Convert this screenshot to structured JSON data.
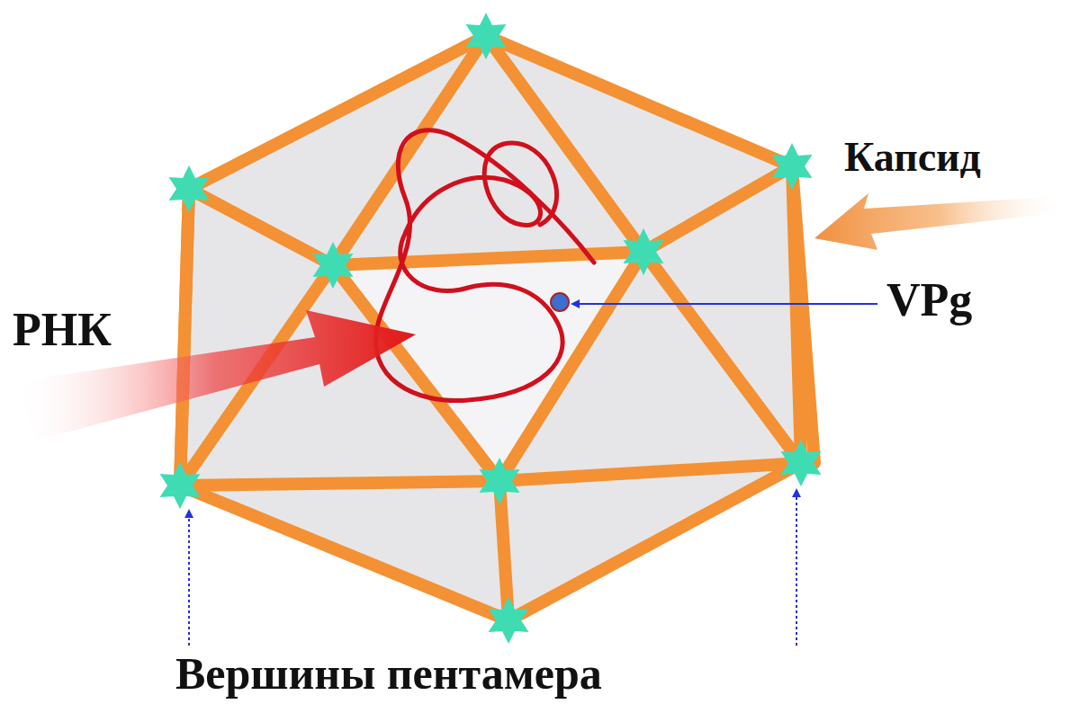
{
  "diagram": {
    "labels": [
      "Капсид",
      "VPg",
      "РНК",
      "Вершины пентамера"
    ]
  }
}
